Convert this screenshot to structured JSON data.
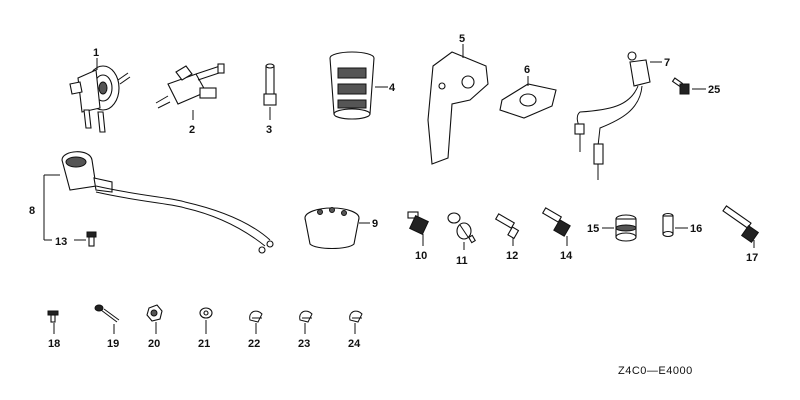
{
  "diagram": {
    "code": "Z4C0—E4000",
    "labels": {
      "p1": "1",
      "p2": "2",
      "p3": "3",
      "p4": "4",
      "p5": "5",
      "p6": "6",
      "p7": "7",
      "p8": "8",
      "p9": "9",
      "p10": "10",
      "p11": "11",
      "p12": "12",
      "p13": "13",
      "p14": "14",
      "p15": "15",
      "p16": "16",
      "p17": "17",
      "p18": "18",
      "p19": "19",
      "p20": "20",
      "p21": "21",
      "p22": "22",
      "p23": "23",
      "p24": "24",
      "p25": "25"
    }
  }
}
